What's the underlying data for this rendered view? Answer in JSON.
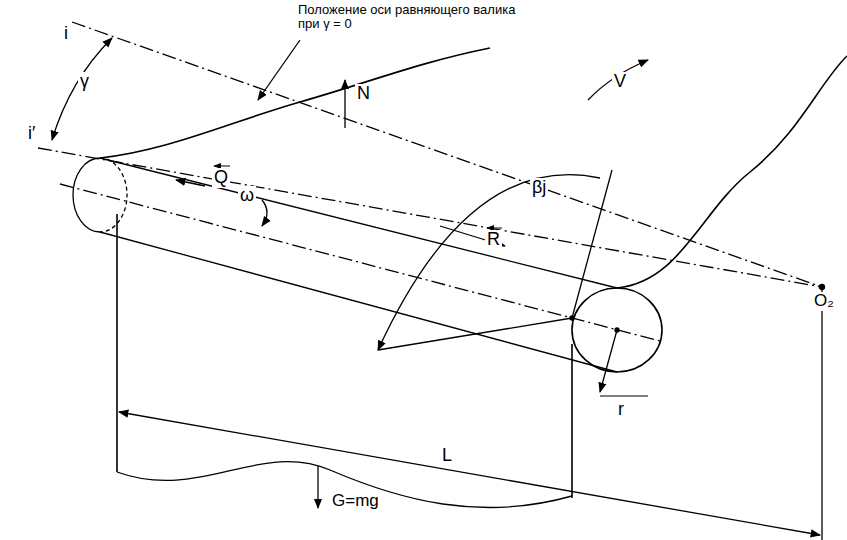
{
  "diagram": {
    "labels": [
      "Положение оси равняющего валика при γ = 0",
      "i",
      "γ",
      "i′",
      "Q",
      "N",
      "ω",
      "βj",
      "V",
      "R",
      "L",
      "G=mg",
      "r",
      "O₂"
    ]
  }
}
